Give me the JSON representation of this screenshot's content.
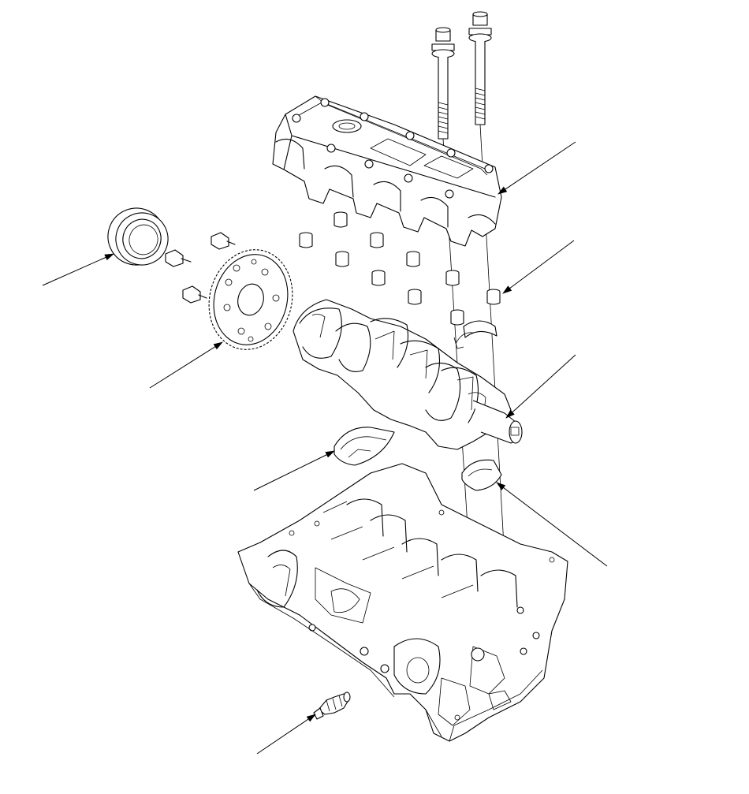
{
  "diagram": {
    "components": [
      {
        "id": "bearing-cap-bridge"
      },
      {
        "id": "bearing-cap-bolts"
      },
      {
        "id": "dowel-pins"
      },
      {
        "id": "crankshaft-oil-seal"
      },
      {
        "id": "reluctor-ring-bolts"
      },
      {
        "id": "crank-pulse-reluctor-ring"
      },
      {
        "id": "crankshaft"
      },
      {
        "id": "upper-main-bearings"
      },
      {
        "id": "lower-main-bearings"
      },
      {
        "id": "cylinder-block"
      },
      {
        "id": "knock-sensor"
      }
    ],
    "callouts": [
      {
        "target": "bearing-cap-bridge"
      },
      {
        "target": "dowel-pins"
      },
      {
        "target": "crankshaft-oil-seal"
      },
      {
        "target": "crank-pulse-reluctor-ring"
      },
      {
        "target": "crankshaft"
      },
      {
        "target": "upper-main-bearings"
      },
      {
        "target": "lower-main-bearings"
      },
      {
        "target": "knock-sensor"
      }
    ]
  }
}
